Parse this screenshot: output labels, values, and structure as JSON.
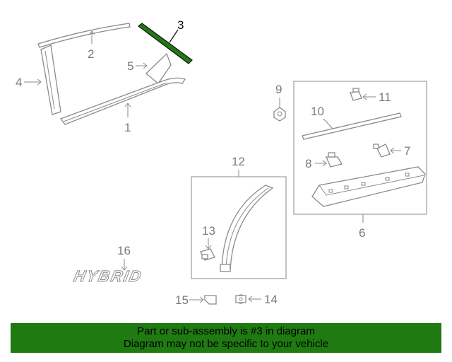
{
  "callouts": {
    "c1": "1",
    "c2": "2",
    "c3": "3",
    "c4": "4",
    "c5": "5",
    "c6": "6",
    "c7": "7",
    "c8": "8",
    "c9": "9",
    "c10": "10",
    "c11": "11",
    "c12": "12",
    "c13": "13",
    "c14": "14",
    "c15": "15",
    "c16": "16"
  },
  "emblem_text": "HYBRID",
  "highlight_color": "#1f7a12",
  "banner": {
    "line1": "Part or sub-assembly is #3 in diagram",
    "line2": "Diagram may not be specific to your vehicle"
  }
}
